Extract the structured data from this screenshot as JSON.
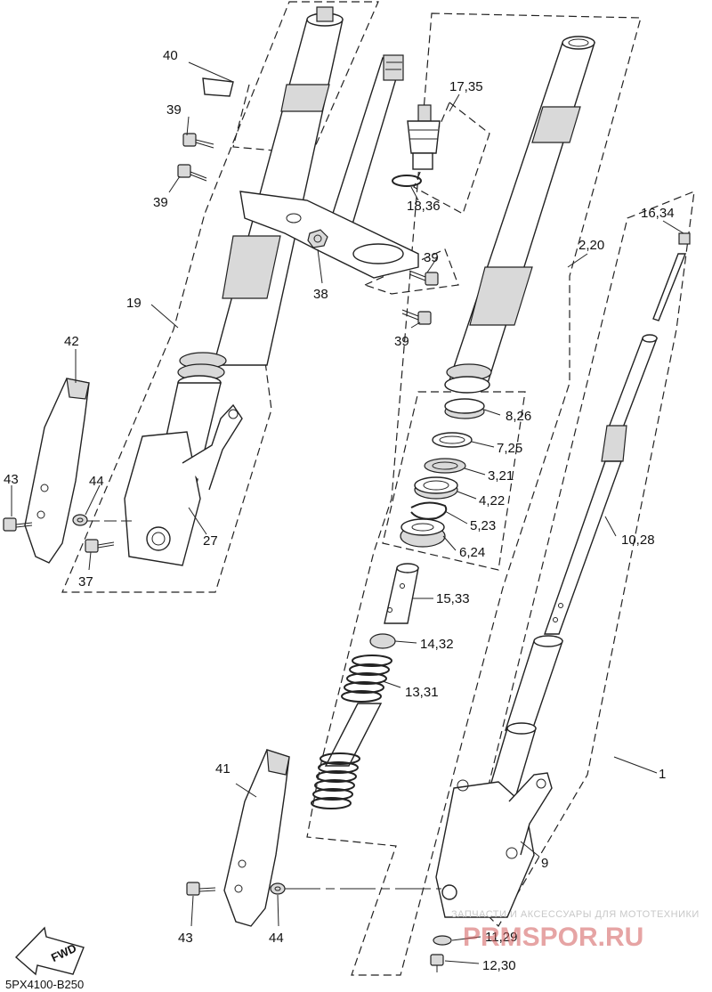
{
  "labels": {
    "p40": "40",
    "p39a": "39",
    "p39b": "39",
    "p39c": "39",
    "p39d": "39",
    "p17_35": "17,35",
    "p18_36": "18,36",
    "p16_34": "16,34",
    "p2_20": "2,20",
    "p38": "38",
    "p19": "19",
    "p42": "42",
    "p43a": "43",
    "p44a": "44",
    "p37": "37",
    "p27": "27",
    "p8_26": "8,26",
    "p7_25": "7,25",
    "p3_21": "3,21",
    "p4_22": "4,22",
    "p5_23": "5,23",
    "p6_24": "6,24",
    "p10_28": "10,28",
    "p15_33": "15,33",
    "p14_32": "14,32",
    "p13_31": "13,31",
    "p1": "1",
    "p41": "41",
    "p9": "9",
    "p43b": "43",
    "p44b": "44",
    "p11_29": "11,29",
    "p12_30": "12,30"
  },
  "fwd_label": "FWD",
  "diagram_code": "5PX4100-B250",
  "watermark": {
    "line1": "ЗАПЧАСТИ И АКСЕССУАРЫ ДЛЯ МОТОТЕХНИКИ",
    "line2": "PRMSPOR.RU"
  }
}
